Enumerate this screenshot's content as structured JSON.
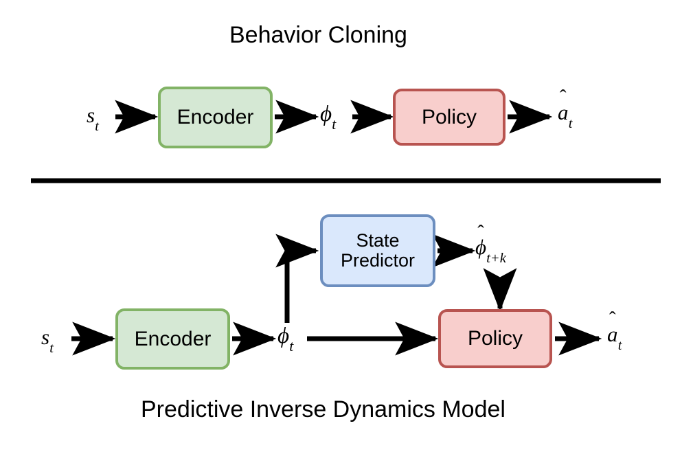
{
  "diagram": {
    "title_top": "Behavior Cloning",
    "caption_bottom": "Predictive Inverse Dynamics Model",
    "colors": {
      "encoder_fill": "#d5e8d4",
      "encoder_stroke": "#82b366",
      "policy_fill": "#f8cecc",
      "policy_stroke": "#b85450",
      "predictor_fill": "#dae8fc",
      "predictor_stroke": "#6c8ebf",
      "arrow": "#000000",
      "divider": "#000000"
    },
    "top_panel": {
      "name": "Behavior Cloning",
      "nodes": [
        {
          "id": "bc-encoder",
          "label": "Encoder",
          "style": "green"
        },
        {
          "id": "bc-policy",
          "label": "Policy",
          "style": "red"
        }
      ],
      "labels": {
        "input_state": "s_t",
        "feature": "phi_t",
        "output_action": "a_hat_t"
      },
      "edges": [
        {
          "from": "s_t",
          "to": "bc-encoder"
        },
        {
          "from": "bc-encoder",
          "to": "phi_t"
        },
        {
          "from": "phi_t",
          "to": "bc-policy"
        },
        {
          "from": "bc-policy",
          "to": "a_hat_t"
        }
      ]
    },
    "bottom_panel": {
      "name": "Predictive Inverse Dynamics Model",
      "nodes": [
        {
          "id": "pidm-encoder",
          "label": "Encoder",
          "style": "green"
        },
        {
          "id": "pidm-predictor",
          "label_line1": "State",
          "label_line2": "Predictor",
          "style": "blue"
        },
        {
          "id": "pidm-policy",
          "label": "Policy",
          "style": "red"
        }
      ],
      "labels": {
        "input_state": "s_t",
        "feature": "phi_t",
        "predicted_feature": "phi_hat_{t+k}",
        "output_action": "a_hat_t"
      },
      "edges": [
        {
          "from": "s_t",
          "to": "pidm-encoder"
        },
        {
          "from": "pidm-encoder",
          "to": "phi_t"
        },
        {
          "from": "phi_t",
          "to": "pidm-predictor"
        },
        {
          "from": "pidm-predictor",
          "to": "phi_hat_{t+k}"
        },
        {
          "from": "phi_hat_{t+k}",
          "to": "pidm-policy"
        },
        {
          "from": "phi_t",
          "to": "pidm-policy"
        },
        {
          "from": "pidm-policy",
          "to": "a_hat_t"
        }
      ]
    },
    "math_glyphs": {
      "s": "s",
      "phi": "ϕ",
      "a": "a",
      "hat": "ˆ",
      "t": "t",
      "t_plus_k": "t+k"
    }
  }
}
